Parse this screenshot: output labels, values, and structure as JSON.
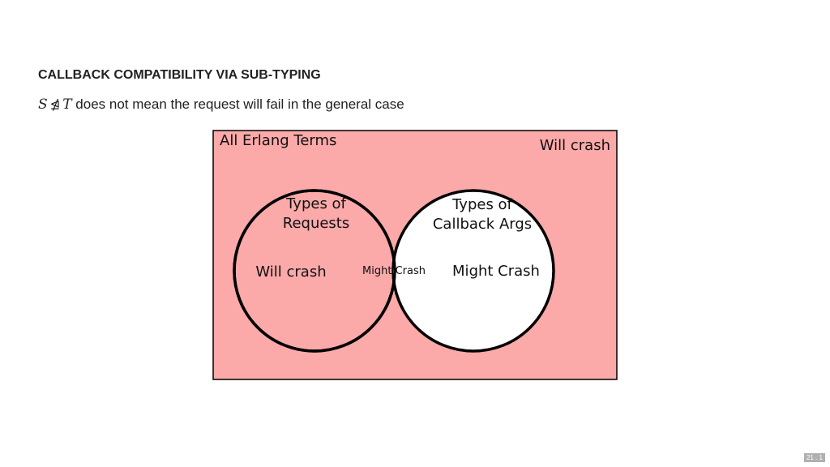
{
  "slide": {
    "title": "CALLBACK COMPATIBILITY VIA SUB-TYPING",
    "subtitle": {
      "var_s": "S",
      "relation": "⋬",
      "var_t": "T",
      "rest": " does not mean the request will fail in the general case"
    },
    "page_number": "21 . 1"
  },
  "diagram": {
    "universe_label": "All Erlang Terms",
    "universe_region_label": "Will crash",
    "left_set": {
      "label_line1": "Types of",
      "label_line2": "Requests",
      "region_label": "Will crash"
    },
    "intersection_label": "Might Crash",
    "right_set": {
      "label_line1": "Types of",
      "label_line2": "Callback Args",
      "region_label": "Might Crash"
    },
    "colors": {
      "crash_fill": "#fba9a9",
      "safe_fill": "#ffffff",
      "outline": "#000000"
    }
  }
}
